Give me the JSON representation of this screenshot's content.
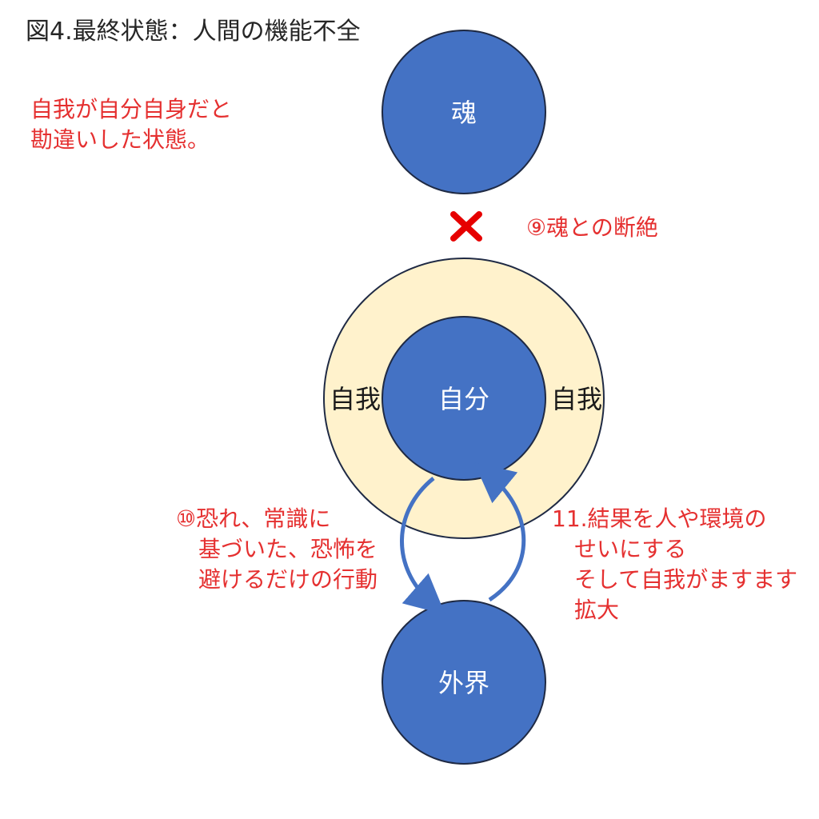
{
  "title": "図4.最終状態：人間の機能不全",
  "top_note": [
    "自我が自分自身だと",
    "勘違いした状態。"
  ],
  "nodes": {
    "soul": "魂",
    "self": "自分",
    "outside": "外界",
    "ego_left": "自我",
    "ego_right": "自我"
  },
  "marks": {
    "cross": "×"
  },
  "labels": {
    "disconnect": "⑨魂との断絶",
    "left": [
      "⑩恐れ、常識に",
      "基づいた、恐怖を",
      "避けるだけの行動"
    ],
    "right": [
      "11.結果を人や環境の",
      "せいにする",
      "そして自我がますます",
      "拡大"
    ]
  },
  "colors": {
    "circle_fill": "#4472c4",
    "circle_stroke": "#1f2a44",
    "ego_ring": "#fff2cc",
    "arrow": "#4472c4",
    "text_red": "#e53030"
  }
}
